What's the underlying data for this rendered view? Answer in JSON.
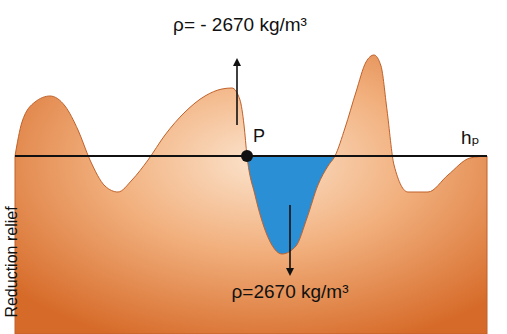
{
  "diagram": {
    "labels": [
      "ρ= - 2670 kg/m³",
      "P",
      "hₚ",
      "ρ=2670 kg/m³",
      "Reduction relief"
    ]
  }
}
